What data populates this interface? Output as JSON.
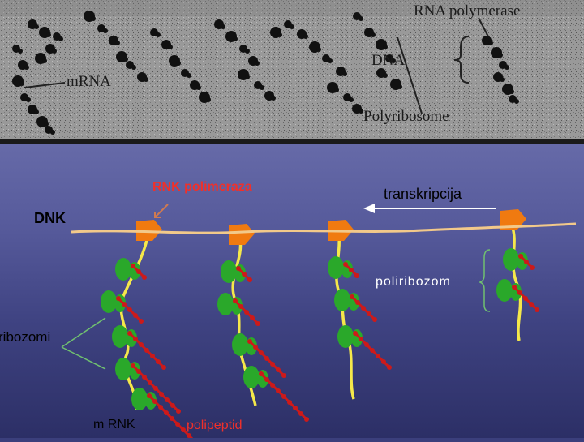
{
  "micrograph": {
    "labels": {
      "rna_polymerase": "RNA polymerase",
      "dna": "DNA",
      "mrna": "mRNA",
      "polyribosome": "Polyribosome"
    }
  },
  "diagram": {
    "labels": {
      "rnk_polimeraza": "RNK polimeraza",
      "transkripcija": "transkripcija",
      "dnk": "DNK",
      "poliribozom": "poliribozom",
      "ribozomi": "ribozomi",
      "m_rnk": "m RNK",
      "polipeptid": "polipeptid"
    },
    "colors": {
      "dna_strand": "#f2c98a",
      "rna_polymerase": "#f07a10",
      "mrna": "#f5e84a",
      "ribosome": "#2aa82a",
      "polypeptide": "#cc1a1a",
      "label_red": "#f0302a",
      "label_white": "#ffffff",
      "label_black": "#000000",
      "pointer_green": "#70c070"
    }
  }
}
